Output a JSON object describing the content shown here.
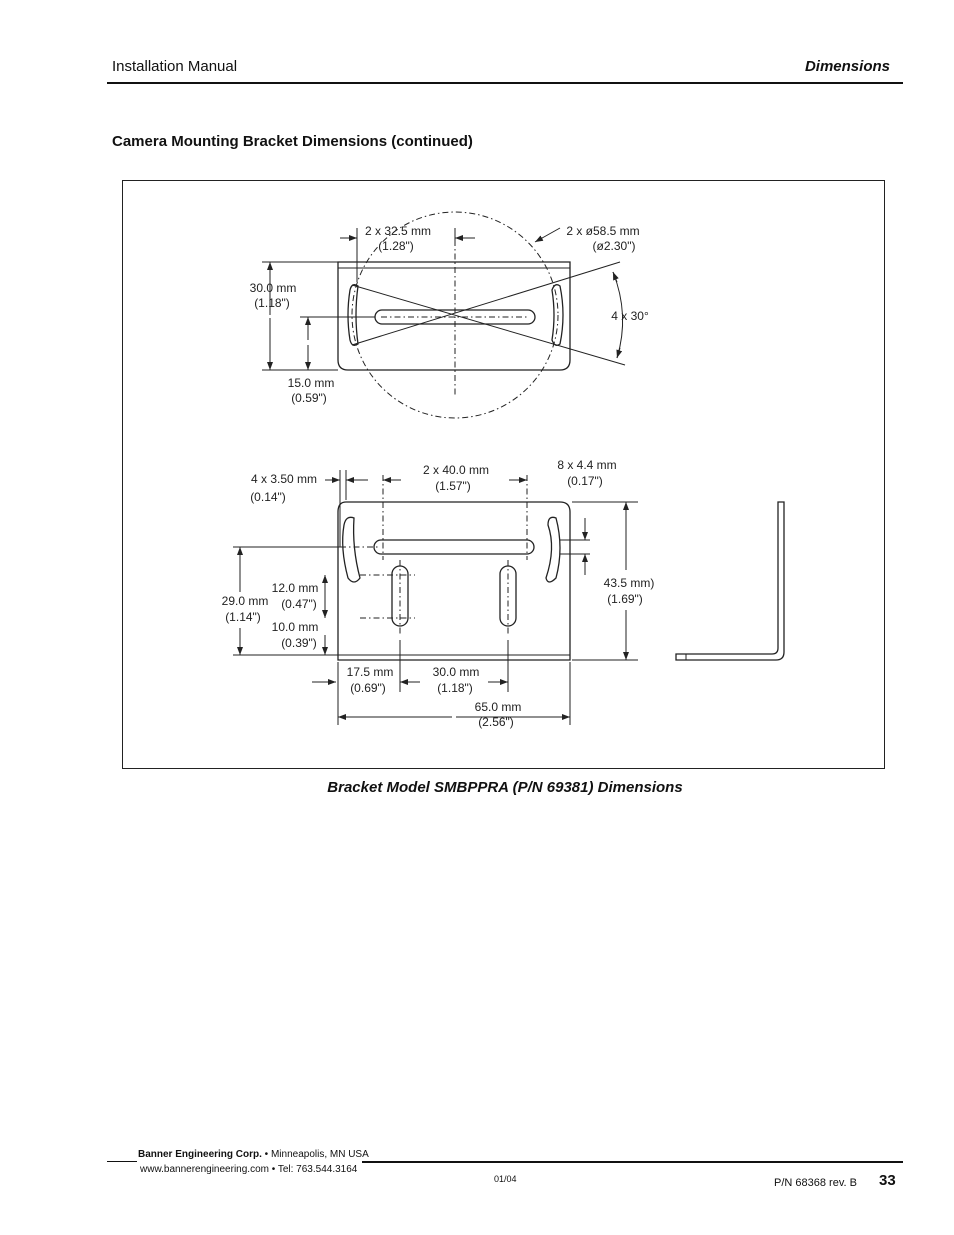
{
  "header": {
    "left": "Installation Manual",
    "right": "Dimensions"
  },
  "section_title": "Camera Mounting Bracket Dimensions (continued)",
  "figure": {
    "top_view": {
      "slot_spacing": {
        "mm": "2 x 32.5 mm",
        "in": "(1.28\")"
      },
      "circle_diameter": {
        "mm": "2 x ø58.5 mm",
        "in": "(ø2.30\")"
      },
      "height": {
        "mm": "30.0 mm",
        "in": "(1.18\")"
      },
      "center_height": {
        "mm": "15.0 mm",
        "in": "(0.59\")"
      },
      "angle": "4 x 30°"
    },
    "front_view": {
      "hole_dia": {
        "mm": "4 x 3.50 mm",
        "in": "(0.14\")"
      },
      "top_slot_spacing": {
        "mm": "2 x 40.0 mm",
        "in": "(1.57\")"
      },
      "slot_width": {
        "mm": "8 x 4.4 mm",
        "in": "(0.17\")"
      },
      "height_total": {
        "mm": "43.5 mm)",
        "in": "(1.69\")"
      },
      "upper_height": {
        "mm": "29.0 mm",
        "in": "(1.14\")"
      },
      "slot_length": {
        "mm": "12.0 mm",
        "in": "(0.47\")"
      },
      "slot_offset": {
        "mm": "10.0 mm",
        "in": "(0.39\")"
      },
      "left_offset": {
        "mm": "17.5 mm",
        "in": "(0.69\")"
      },
      "lower_slot_spacing": {
        "mm": "30.0 mm",
        "in": "(1.18\")"
      },
      "width": {
        "mm": "65.0 mm",
        "in": "(2.56\")"
      }
    },
    "caption": "Bracket Model SMBPPRA (P/N 69381) Dimensions"
  },
  "footer": {
    "company": "Banner Engineering Corp.",
    "location": " • Minneapolis, MN  USA",
    "web": "www.bannerengineering.com • Tel: 763.544.3164",
    "date": "01/04",
    "part_number": "P/N 68368 rev. B",
    "page": "33"
  }
}
